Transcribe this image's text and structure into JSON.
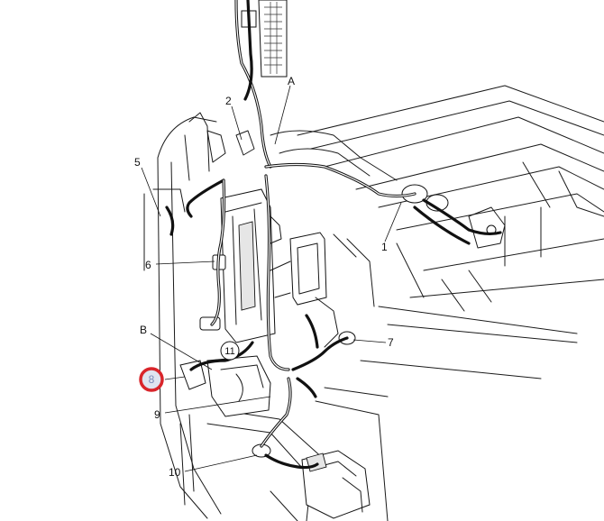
{
  "callouts": {
    "c1": "1",
    "c2": "2",
    "c5": "5",
    "c6": "6",
    "c7": "7",
    "c8": "8",
    "c9": "9",
    "c10": "10",
    "c11": "11",
    "cA": "A",
    "cB": "B"
  },
  "colors": {
    "highlight": "#d9252b",
    "highlight_fill": "#dfe4f0",
    "line": "#111111"
  }
}
